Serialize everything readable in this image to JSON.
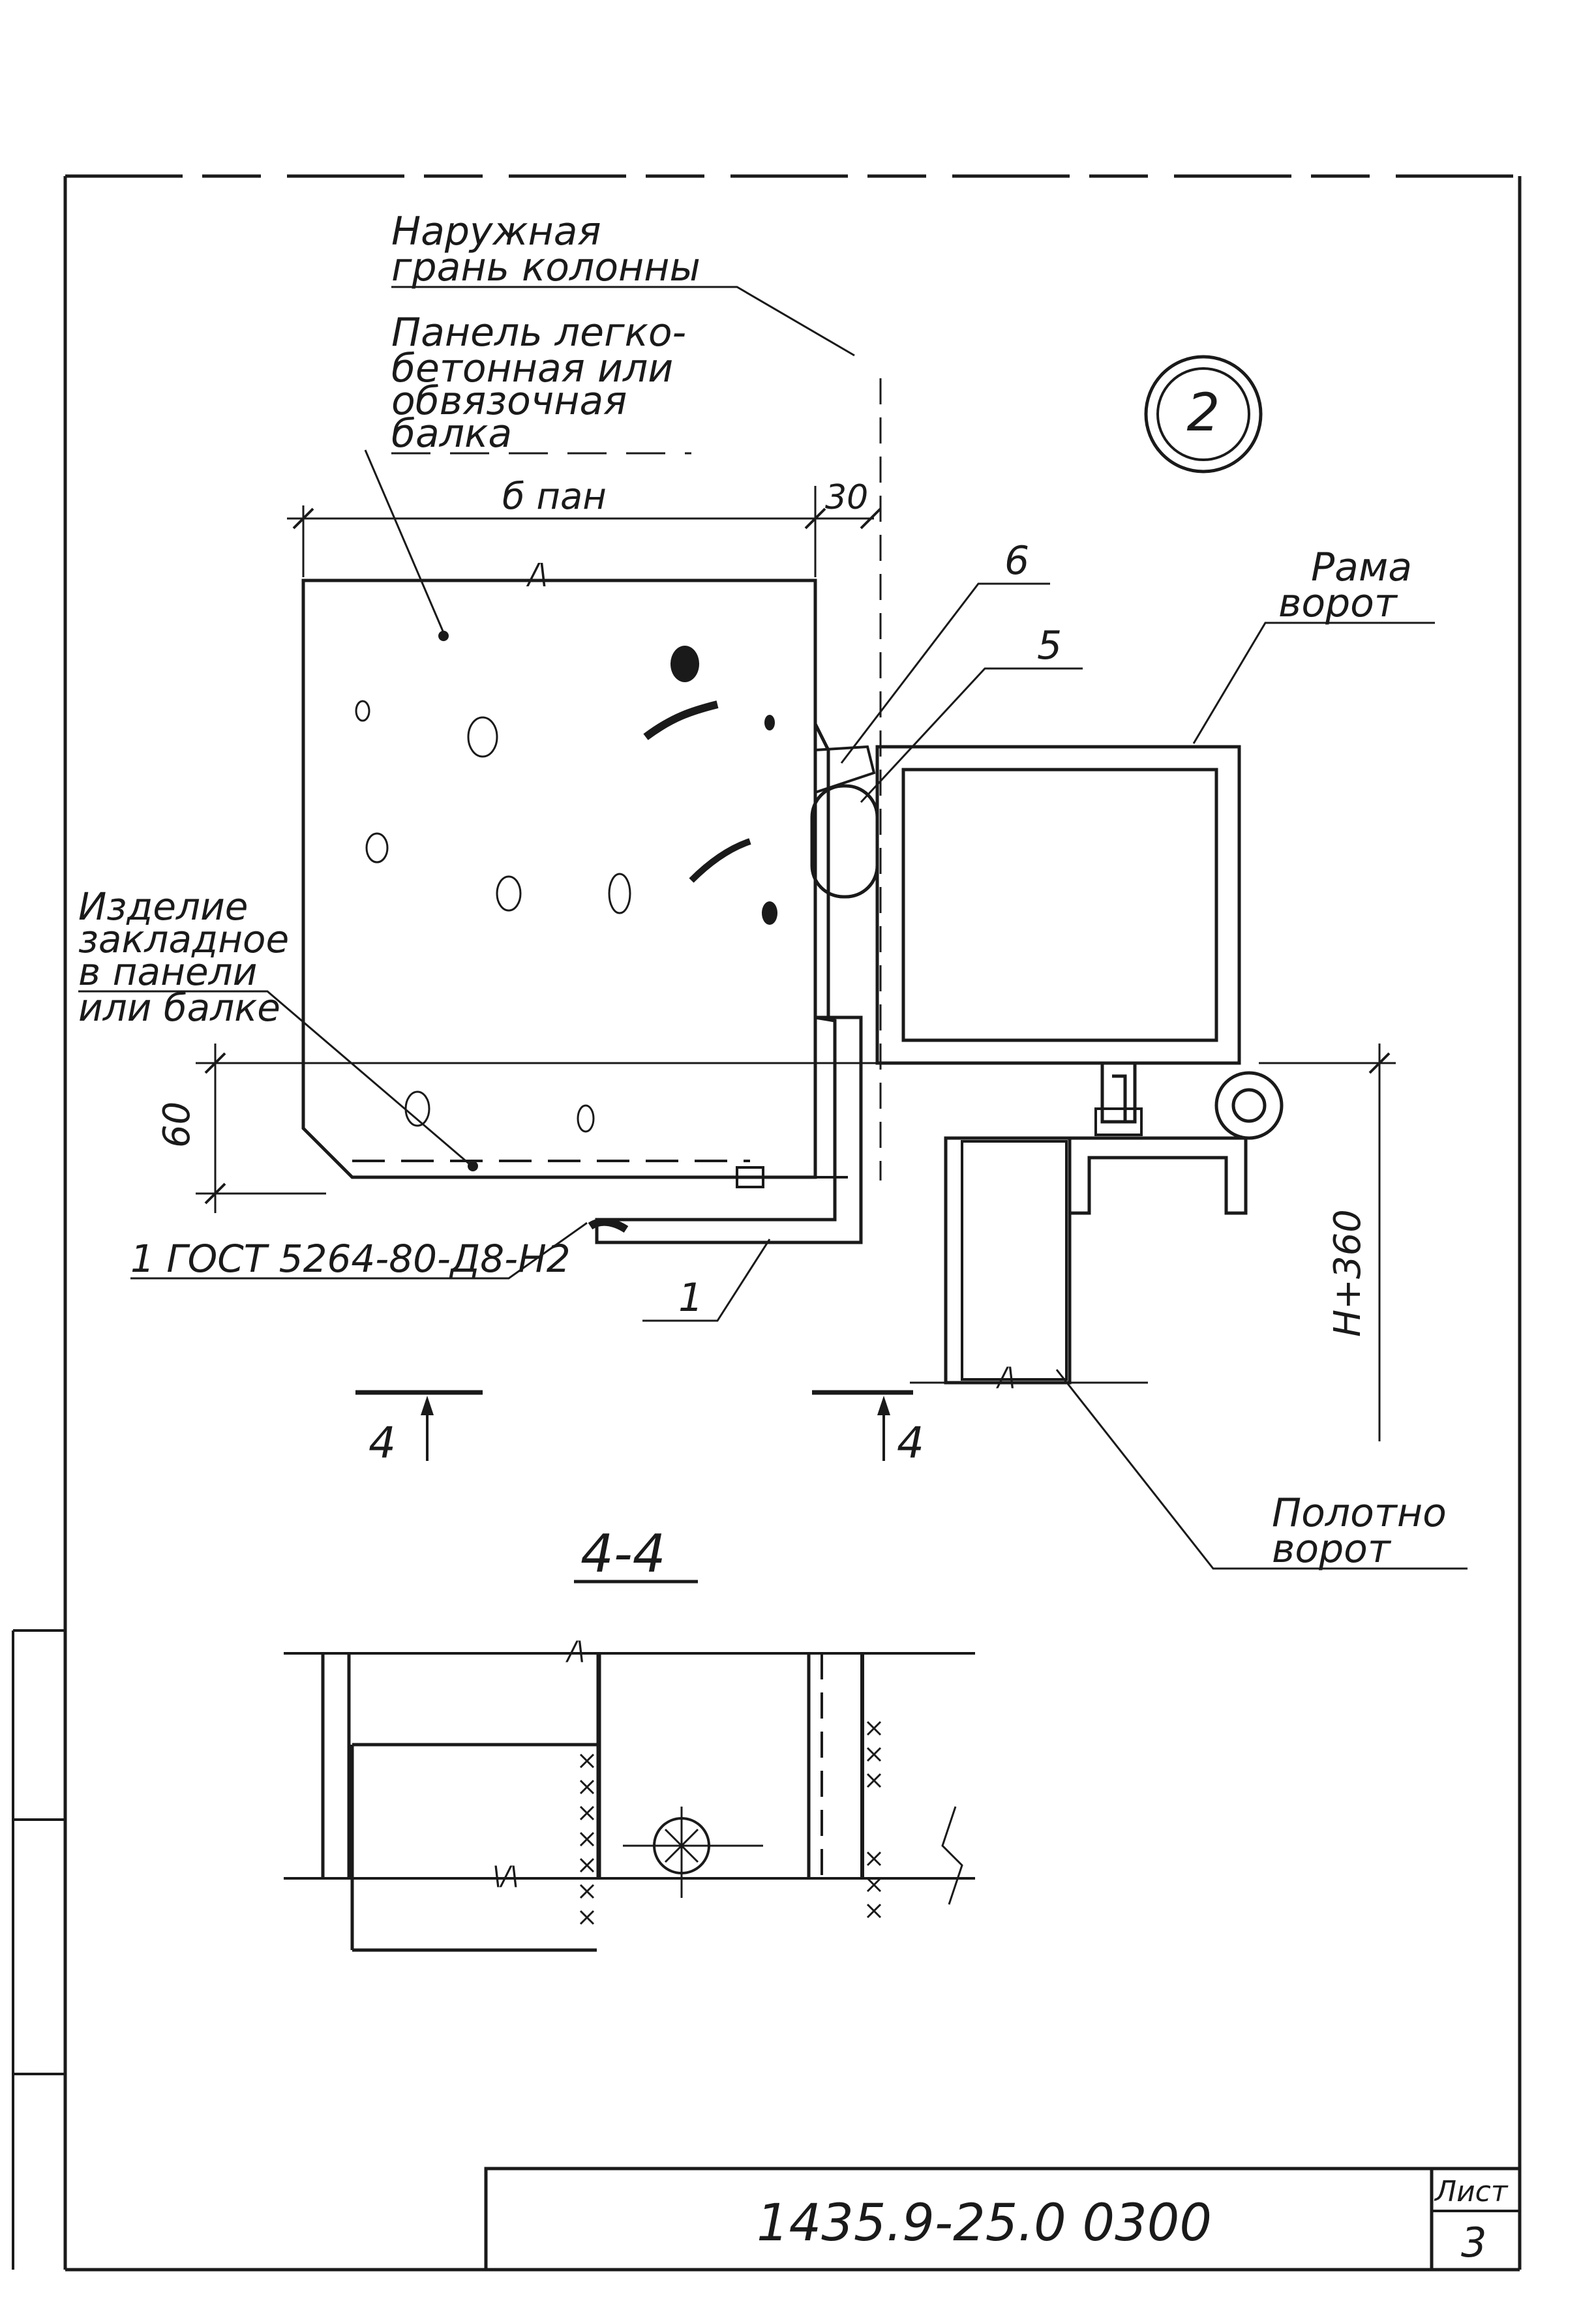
{
  "labels": {
    "outer_face_l1": "Наружная",
    "outer_face_l2": "грань колонны",
    "panel_l1": "Панель легко-",
    "panel_l2": "бетонная или",
    "panel_l3": "обвязочная",
    "panel_l4": "балка",
    "embedded_l1": "Изделие",
    "embedded_l2": "закладное",
    "embedded_l3": "в панели",
    "embedded_l4": "или балке",
    "frame_l1": "Рама",
    "frame_l2": "ворот",
    "leaf_l1": "Полотно",
    "leaf_l2": "ворот",
    "weld_note": "1 ГОСТ 5264-80-Д8-Н2"
  },
  "dimensions": {
    "panel_width": "б пан",
    "gap": "30",
    "height_60": "60",
    "h_plus": "Н+360"
  },
  "callouts": {
    "detail_number": "2",
    "pos_6": "6",
    "pos_5": "5",
    "pos_1": "1",
    "cut_left": "4",
    "cut_right": "4",
    "section_title": "4-4"
  },
  "title_block": {
    "doc_code": "1435.9-25.0 0300",
    "sheet_label": "Лист",
    "sheet_number": "3"
  }
}
